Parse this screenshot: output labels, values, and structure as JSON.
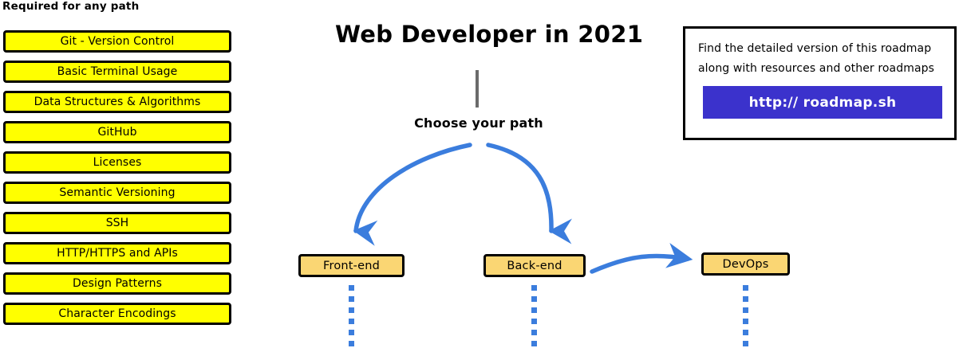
{
  "required_section": {
    "header": "Required for any path",
    "items": [
      {
        "label": "Git - Version Control"
      },
      {
        "label": "Basic Terminal Usage"
      },
      {
        "label": "Data Structures & Algorithms"
      },
      {
        "label": "GitHub"
      },
      {
        "label": "Licenses"
      },
      {
        "label": "Semantic Versioning"
      },
      {
        "label": "SSH"
      },
      {
        "label": "HTTP/HTTPS and APIs"
      },
      {
        "label": "Design Patterns"
      },
      {
        "label": "Character Encodings"
      }
    ]
  },
  "roadmap": {
    "title": "Web Developer in 2021",
    "choose_label": "Choose your path",
    "paths": [
      {
        "label": "Front-end"
      },
      {
        "label": "Back-end"
      },
      {
        "label": "DevOps"
      }
    ]
  },
  "info_card": {
    "line1": "Find the detailed version of this roadmap",
    "line2": "along with resources and other roadmaps",
    "button_label": "http:// roadmap.sh"
  },
  "colors": {
    "required_box_fill": "#ffff00",
    "path_box_fill": "#fad673",
    "arrow_blue": "#3b7ddd",
    "button_purple": "#3b32cc",
    "stem_gray": "#6b6b6b",
    "outline_black": "#000000",
    "background": "#ffffff"
  }
}
